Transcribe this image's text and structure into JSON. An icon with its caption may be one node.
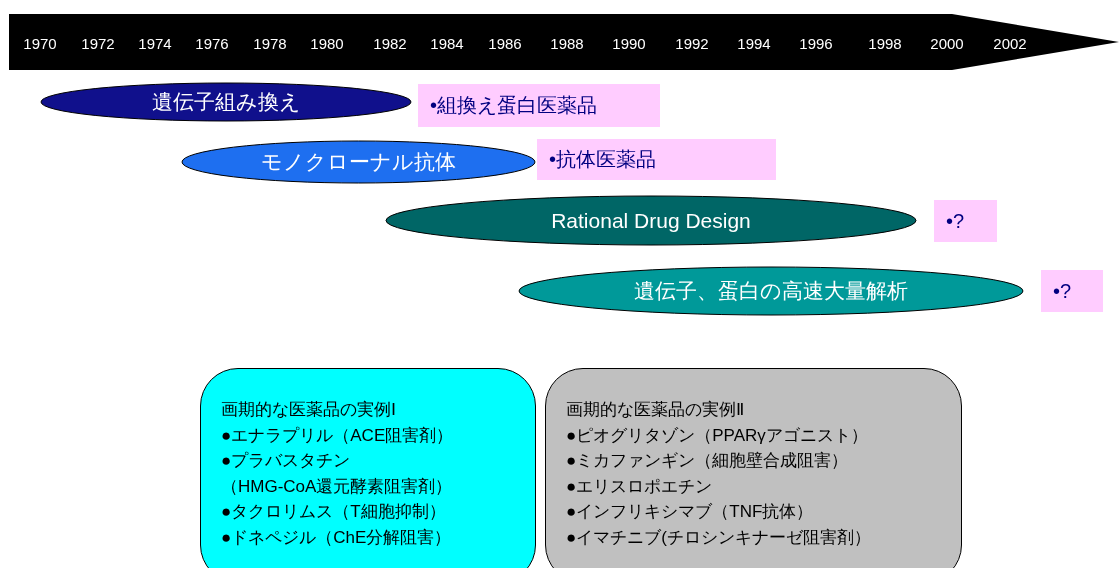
{
  "diagram": {
    "nodes": [
      {
        "text": [
          "遺伝子組み換え"
        ]
      },
      {
        "text": [
          "•組換え蛋白医薬品"
        ]
      },
      {
        "text": [
          "モノクローナル抗体"
        ]
      },
      {
        "text": [
          "•抗体医薬品"
        ]
      },
      {
        "text": [
          "Rational  Drug  Design"
        ]
      },
      {
        "text": [
          "•?"
        ]
      },
      {
        "text": [
          "遺伝子、蛋白の高速大量解析"
        ]
      },
      {
        "text": [
          "•?"
        ]
      },
      {
        "text": [
          "画期的な医薬品の実例Ⅰ",
          "●エナラプリル（ACE阻害剤）",
          "●プラバスタチン",
          "（HMG-CoA還元酵素阻害剤）",
          "●タクロリムス（T細胞抑制）",
          "●ドネペジル（ChE分解阻害）"
        ]
      },
      {
        "text": [
          "画期的な医薬品の実例Ⅱ",
          "●ピオグリタゾン（PPARγアゴニスト）",
          "●ミカファンギン（細胞壁合成阻害）",
          "●エリスロポエチン",
          "●インフリキシマブ（TNF抗体）",
          "●イマチニブ(チロシンキナーゼ阻害剤）"
        ]
      }
    ],
    "labels": [
      "1970",
      "1972",
      "1974",
      "1976",
      "1978",
      "1980",
      "1982",
      "1984",
      "1986",
      "1988",
      "1990",
      "1992",
      "1994",
      "1996",
      "1998",
      "2000",
      "2002"
    ]
  }
}
